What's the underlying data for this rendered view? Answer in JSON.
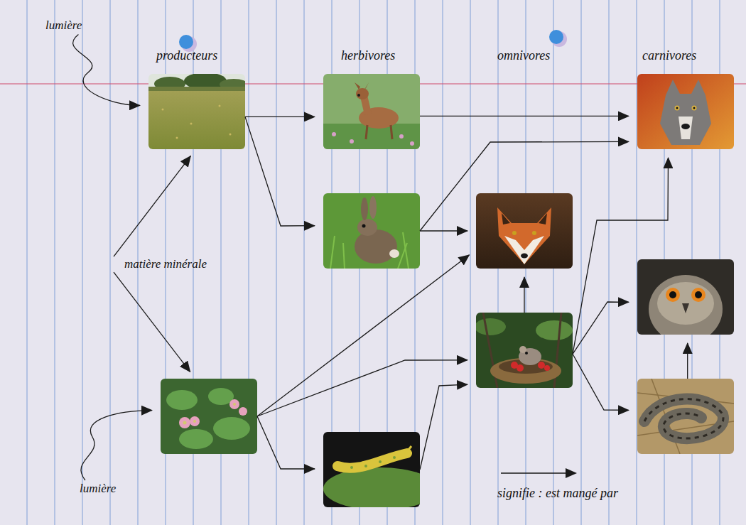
{
  "diagram": {
    "nodes": [
      {
        "text": [
          "lumière"
        ]
      },
      {
        "text": []
      },
      {
        "text": []
      },
      {
        "text": []
      },
      {
        "text": []
      },
      {
        "text": []
      },
      {
        "text": [
          "matière minérale"
        ]
      },
      {
        "text": []
      },
      {
        "text": []
      },
      {
        "text": []
      },
      {
        "text": []
      },
      {
        "text": []
      },
      {
        "text": [
          "lumière"
        ]
      }
    ],
    "edges": [
      {
        "from": 0,
        "to": 1,
        "arrow": "to"
      },
      {
        "from": 1,
        "to": 2,
        "arrow": "to"
      },
      {
        "from": 1,
        "to": 4,
        "arrow": "to"
      },
      {
        "from": 2,
        "to": 3,
        "arrow": "to"
      },
      {
        "from": 4,
        "to": 3,
        "arrow": "to"
      },
      {
        "from": 4,
        "to": 5,
        "arrow": "to"
      },
      {
        "from": 6,
        "to": 1,
        "arrow": "to"
      },
      {
        "from": 6,
        "to": 9,
        "arrow": "to"
      },
      {
        "from": 8,
        "to": 5,
        "arrow": "to"
      },
      {
        "from": 8,
        "to": 3,
        "arrow": "to"
      },
      {
        "from": 8,
        "to": 7,
        "arrow": "to"
      },
      {
        "from": 8,
        "to": 10,
        "arrow": "to"
      },
      {
        "from": 9,
        "to": 5,
        "arrow": "to"
      },
      {
        "from": 9,
        "to": 8,
        "arrow": "to"
      },
      {
        "from": 9,
        "to": 11,
        "arrow": "to"
      },
      {
        "from": 11,
        "to": 8,
        "arrow": "to"
      },
      {
        "from": 10,
        "to": 7,
        "arrow": "to"
      },
      {
        "from": 12,
        "to": 9,
        "arrow": "to"
      }
    ],
    "labels": [
      "producteurs",
      "herbivores",
      "omnivores",
      "carnivores"
    ],
    "legend": [
      {
        "text": "signifie : est mangé par"
      }
    ]
  }
}
